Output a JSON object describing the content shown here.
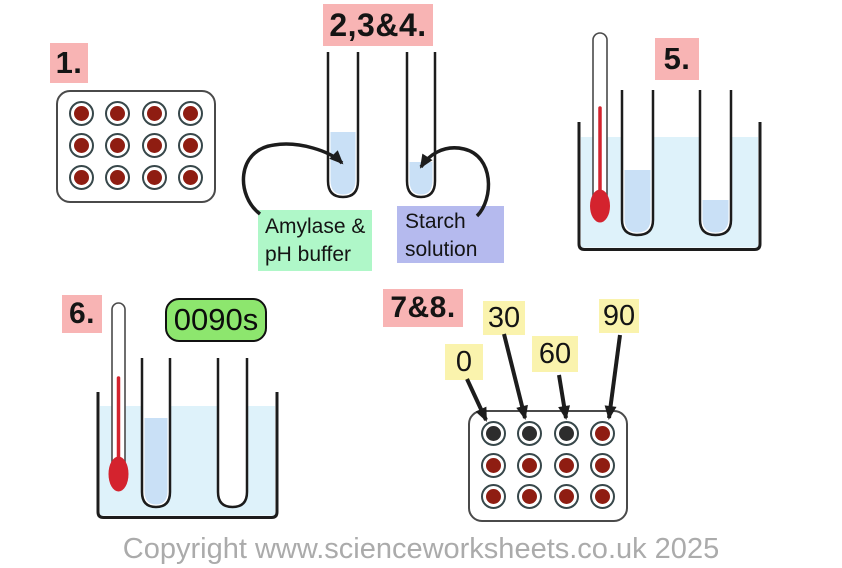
{
  "steps": {
    "step1": {
      "label": "1."
    },
    "step234": {
      "label": "2,3&4."
    },
    "step5": {
      "label": "5."
    },
    "step6": {
      "label": "6."
    },
    "step78": {
      "label": "7&8."
    }
  },
  "labels": {
    "amylase": {
      "line1": "Amylase &",
      "line2": "pH buffer"
    },
    "starch": {
      "line1": "Starch",
      "line2": "solution"
    }
  },
  "timer": {
    "value": "0090s"
  },
  "time_points": [
    "0",
    "30",
    "60",
    "90"
  ],
  "tiles": {
    "tile1": {
      "rows": 3,
      "cols": 4,
      "wells": [
        "red",
        "red",
        "red",
        "red",
        "red",
        "red",
        "red",
        "red",
        "red",
        "red",
        "red",
        "red"
      ]
    },
    "tile2": {
      "rows": 3,
      "cols": 4,
      "wells": [
        "dark",
        "dark",
        "dark",
        "red",
        "red",
        "red",
        "red",
        "red",
        "red",
        "red",
        "red",
        "red"
      ]
    }
  },
  "colors": {
    "step_label_bg": "#f8b4b4",
    "time_label_bg": "#faf3ad",
    "timer_bg": "#8de66e",
    "amylase_bg": "#aff7c8",
    "starch_bg": "#b5baee",
    "water": "#def2fa",
    "tube_liquid": "#c9e0f6",
    "well_red": "#8f1d12",
    "well_dark": "#2d2d2d",
    "thermometer_red": "#d4232e",
    "outline": "#1c1c1c",
    "copyright_gray": "#ababab"
  },
  "footer": {
    "copyright": "Copyright www.scienceworksheets.co.uk 2025"
  }
}
